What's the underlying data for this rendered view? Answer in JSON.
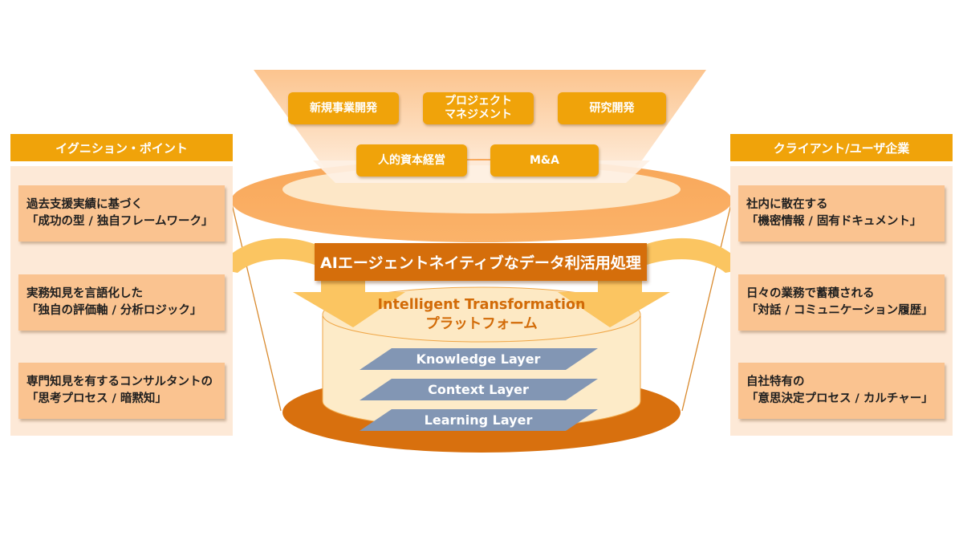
{
  "colors": {
    "accent_orange": "#F0A30A",
    "dark_orange": "#D56E0B",
    "card_peach": "#FAC390",
    "panel_bg": "#FDE9D7",
    "layer_slate": "#8296B4",
    "platform_text": "#D26B08"
  },
  "left_panel": {
    "title": "イグニション・ポイント",
    "cards": [
      {
        "line1": "過去支援実績に基づく",
        "line2": "「成功の型 / 独自フレームワーク」"
      },
      {
        "line1": "実務知見を言語化した",
        "line2": "「独自の評価軸 / 分析ロジック」"
      },
      {
        "line1": "専門知見を有するコンサルタントの",
        "line2": "「思考プロセス / 暗黙知」"
      }
    ]
  },
  "right_panel": {
    "title": "クライアント/ユーザ企業",
    "cards": [
      {
        "line1": "社内に散在する",
        "line2": "「機密情報 / 固有ドキュメント」"
      },
      {
        "line1": "日々の業務で蓄積される",
        "line2": "「対話 / コミュニケーション履歴」"
      },
      {
        "line1": "自社特有の",
        "line2": "「意思決定プロセス / カルチャー」"
      }
    ]
  },
  "use_cases": [
    {
      "line1": "新規事業開発",
      "line2": ""
    },
    {
      "line1": "プロジェクト",
      "line2": "マネジメント"
    },
    {
      "line1": "研究開発",
      "line2": ""
    },
    {
      "line1": "人的資本経営",
      "line2": ""
    },
    {
      "line1": "M&A",
      "line2": ""
    }
  ],
  "processing_banner": "AIエージェントネイティブなデータ利活用処理",
  "platform": {
    "title_en": "Intelligent Transformation",
    "title_ja": "プラットフォーム",
    "layers": [
      "Knowledge Layer",
      "Context Layer",
      "Learning Layer"
    ]
  }
}
